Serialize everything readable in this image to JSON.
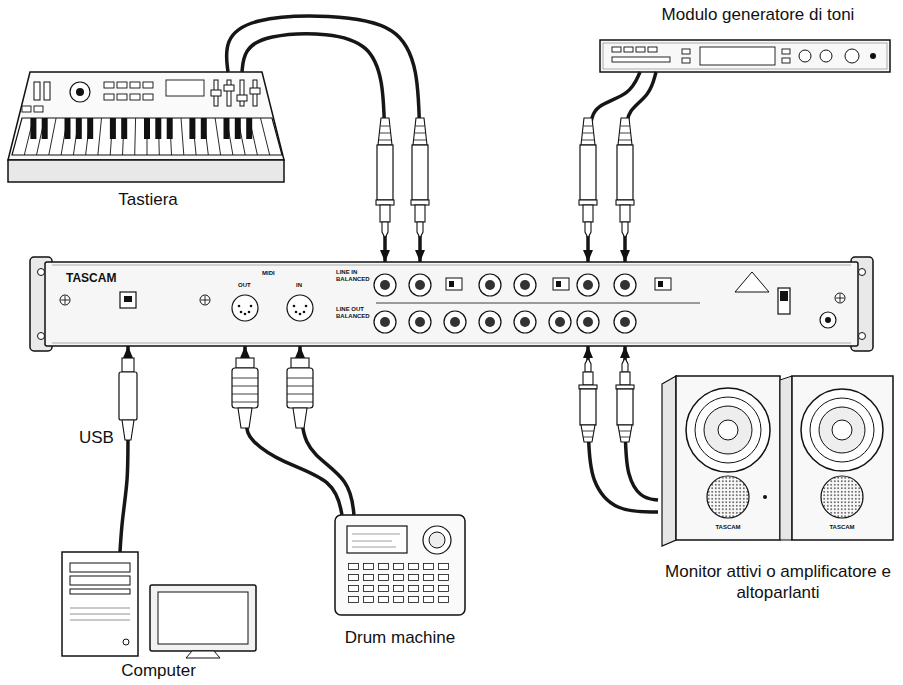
{
  "diagram": {
    "nodes": [
      {
        "text": [
          "Tastiera"
        ]
      },
      {
        "text": [
          "Modulo generatore di toni"
        ]
      },
      {
        "text": [
          "TASCAM"
        ]
      },
      {
        "text": [
          "Monitor attivi o amplificatore e altoparlanti"
        ]
      },
      {
        "text": [
          "Drum machine"
        ]
      },
      {
        "text": [
          "Computer"
        ]
      }
    ],
    "edges": [
      {
        "from": 0,
        "to": 2,
        "arrow": "to"
      },
      {
        "from": 0,
        "to": 2,
        "arrow": "to"
      },
      {
        "from": 1,
        "to": 2,
        "arrow": "to"
      },
      {
        "from": 1,
        "to": 2,
        "arrow": "to"
      },
      {
        "from": 3,
        "to": 2,
        "arrow": "to"
      },
      {
        "from": 3,
        "to": 2,
        "arrow": "to"
      },
      {
        "from": 4,
        "to": 2,
        "arrow": "to"
      },
      {
        "from": 4,
        "to": 2,
        "arrow": "to"
      },
      {
        "from": 5,
        "to": 2,
        "label": "USB",
        "arrow": "to"
      }
    ],
    "labels": [
      "MIDI",
      "OUT",
      "IN",
      "LINE IN BALANCED",
      "LINE OUT BALANCED",
      "TASCAM",
      "TASCAM"
    ]
  }
}
